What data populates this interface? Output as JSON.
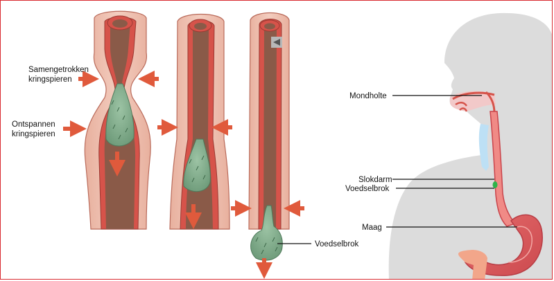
{
  "labels": {
    "contracted": [
      "Samengetrokken",
      "kringspieren"
    ],
    "relaxed": [
      "Ontspannen",
      "kringspieren"
    ],
    "food_bolus_left": "Voedselbrok",
    "mouth": "Mondholte",
    "esophagus": "Slokdarm",
    "food_bolus_right": "Voedselbrok",
    "stomach": "Maag"
  },
  "colors": {
    "frame": "#d9282f",
    "arrow": "#e05a3c",
    "outer_wall": "#eab7a8",
    "muscle": "#d6534a",
    "lumen": "#8a5a48",
    "bolus": "#7faa8c",
    "body": "#dcdcdc"
  }
}
